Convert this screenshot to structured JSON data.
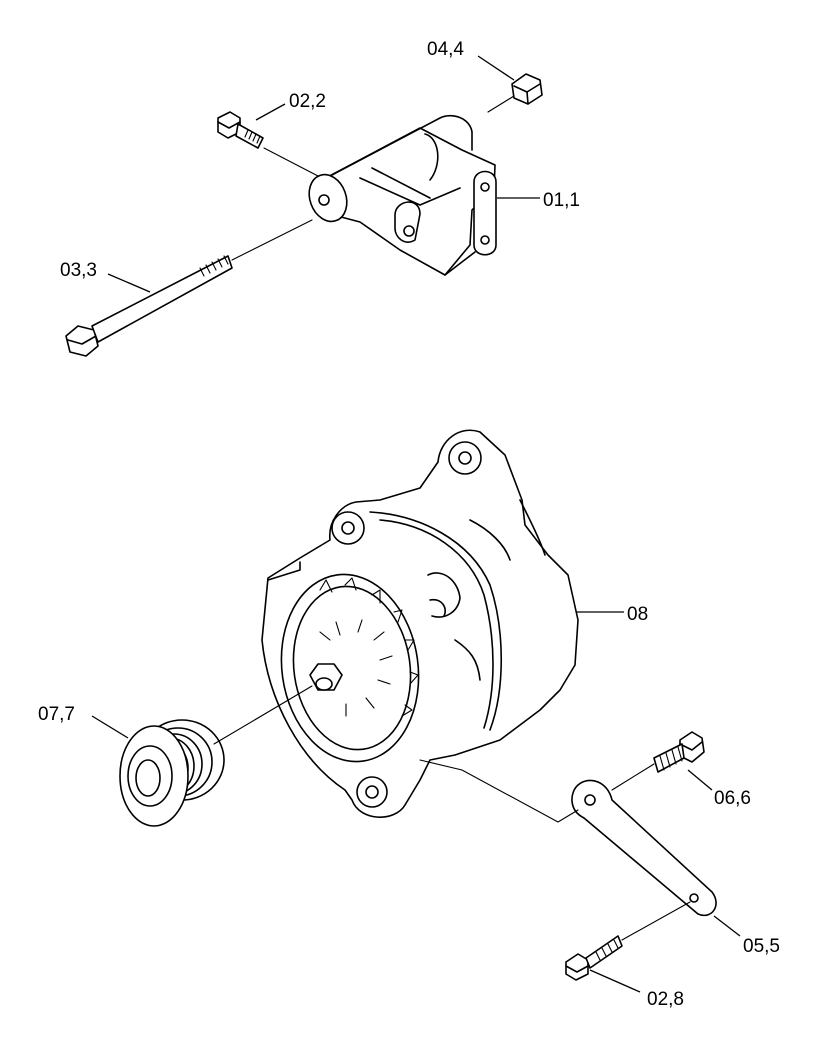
{
  "callouts": {
    "c04_4": "04,4",
    "c02_2": "02,2",
    "c01_1": "01,1",
    "c03_3": "03,3",
    "c08": "08",
    "c07_7": "07,7",
    "c06_6": "06,6",
    "c05_5": "05,5",
    "c02_8": "02,8"
  },
  "colors": {
    "line": "#000000",
    "background": "#ffffff"
  }
}
